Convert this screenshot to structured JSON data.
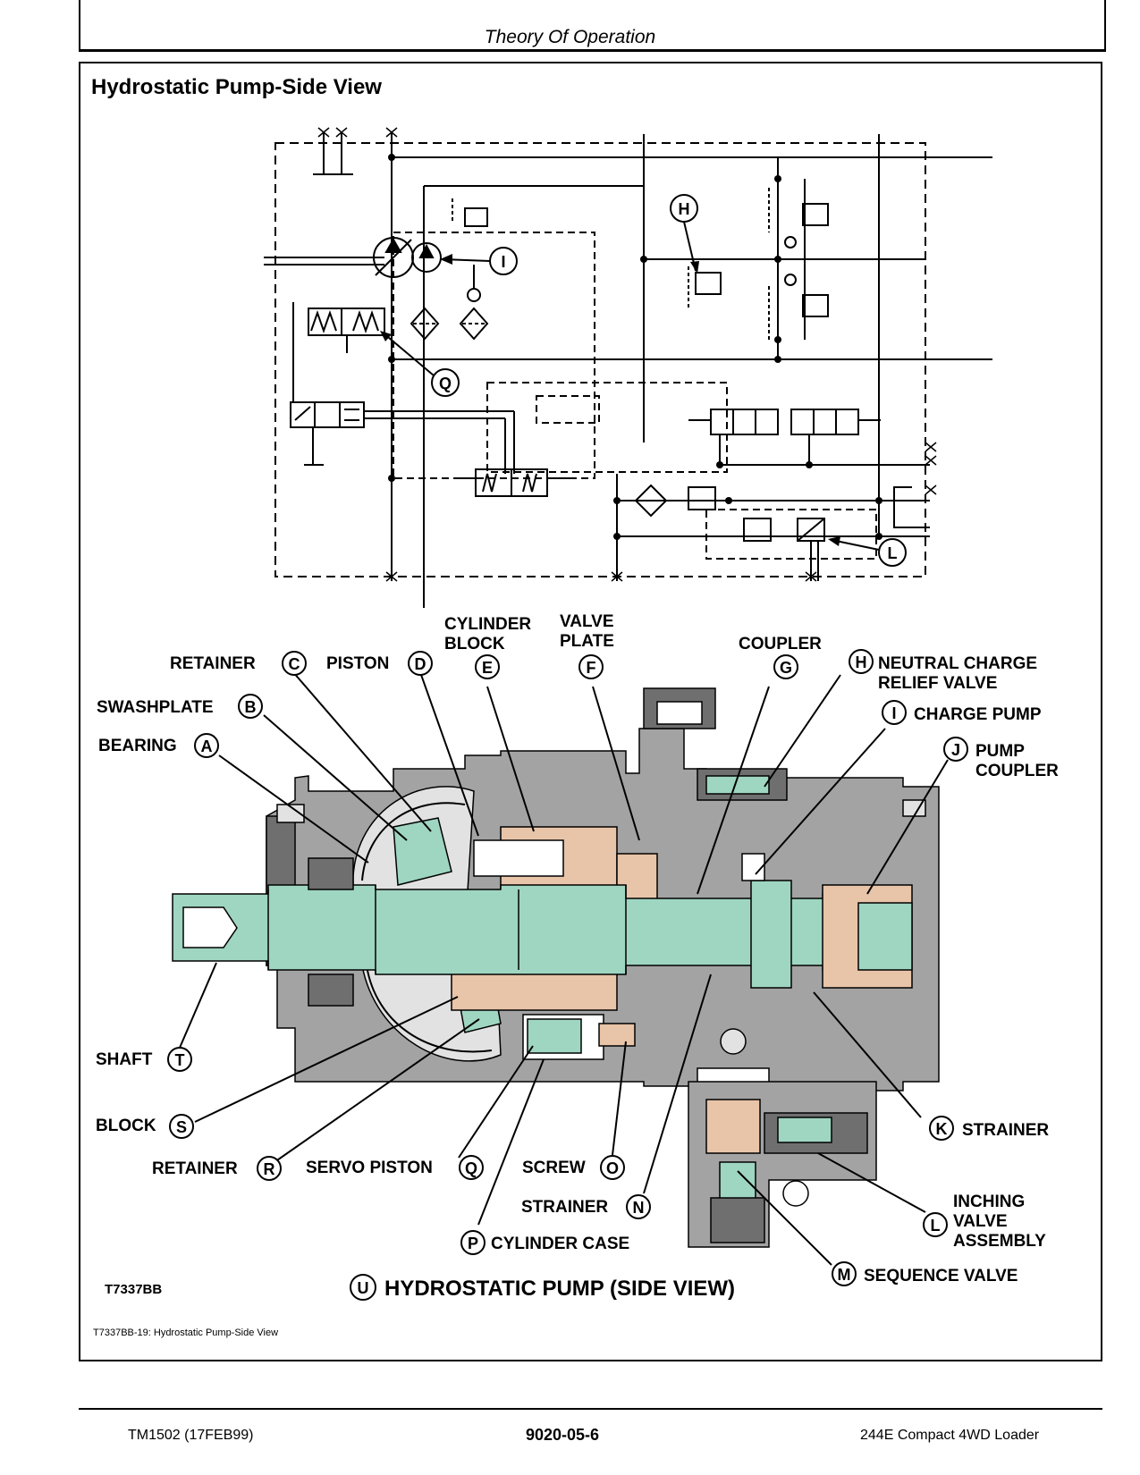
{
  "header": {
    "section": "Theory Of Operation"
  },
  "figure": {
    "title": "Hydrostatic Pump-Side View",
    "image_code": "T7337BB",
    "caption": "T7337BB-19: Hydrostatic Pump-Side View",
    "main_label": {
      "letter": "U",
      "text": "HYDROSTATIC PUMP (SIDE VIEW)"
    },
    "callouts": [
      {
        "letter": "A",
        "lines": [
          "BEARING"
        ]
      },
      {
        "letter": "B",
        "lines": [
          "SWASHPLATE"
        ]
      },
      {
        "letter": "C",
        "lines": [
          "RETAINER"
        ]
      },
      {
        "letter": "D",
        "lines": [
          "PISTON"
        ]
      },
      {
        "letter": "E",
        "lines": [
          "CYLINDER",
          "BLOCK"
        ]
      },
      {
        "letter": "F",
        "lines": [
          "VALVE",
          "PLATE"
        ]
      },
      {
        "letter": "G",
        "lines": [
          "COUPLER"
        ]
      },
      {
        "letter": "H",
        "lines": [
          "NEUTRAL CHARGE",
          "RELIEF VALVE"
        ]
      },
      {
        "letter": "I",
        "lines": [
          "CHARGE PUMP"
        ]
      },
      {
        "letter": "J",
        "lines": [
          "PUMP",
          "COUPLER"
        ]
      },
      {
        "letter": "K",
        "lines": [
          "STRAINER"
        ]
      },
      {
        "letter": "L",
        "lines": [
          "INCHING",
          "VALVE",
          "ASSEMBLY"
        ]
      },
      {
        "letter": "M",
        "lines": [
          "SEQUENCE VALVE"
        ]
      },
      {
        "letter": "N",
        "lines": [
          "STRAINER"
        ]
      },
      {
        "letter": "O",
        "lines": [
          "SCREW"
        ]
      },
      {
        "letter": "P",
        "lines": [
          "CYLINDER CASE"
        ]
      },
      {
        "letter": "Q",
        "lines": [
          "SERVO PISTON"
        ]
      },
      {
        "letter": "R",
        "lines": [
          "RETAINER"
        ]
      },
      {
        "letter": "S",
        "lines": [
          "BLOCK"
        ]
      },
      {
        "letter": "T",
        "lines": [
          "SHAFT"
        ]
      }
    ],
    "schematic_callouts": [
      "H",
      "I",
      "Q",
      "L"
    ],
    "colors": {
      "shaft_green": "#9fd6c1",
      "bronze": "#e8c4a8",
      "housing_gray": "#a3a3a3",
      "dark_gray": "#6f6f6f"
    }
  },
  "footer": {
    "left": "TM1502 (17FEB99)",
    "center": "9020-05-6",
    "right": "244E Compact 4WD Loader"
  }
}
